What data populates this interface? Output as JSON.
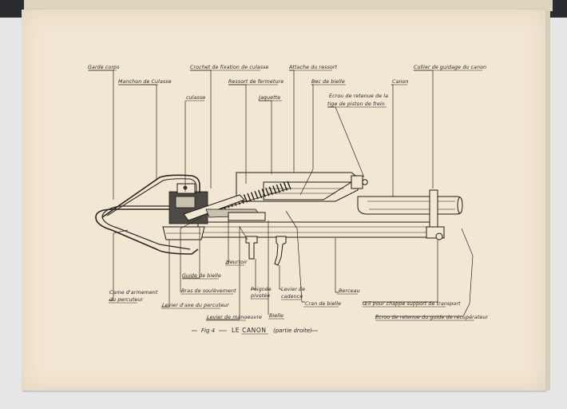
{
  "figure": {
    "fig_number": "Fig 4",
    "title": "LE CANON",
    "subtitle": "(partie droite)"
  },
  "labels_top": [
    {
      "id": "garde-corps",
      "text": "Garde corps"
    },
    {
      "id": "manchon-culasse",
      "text": "Manchon de Culasse"
    },
    {
      "id": "culasse",
      "text": "culasse"
    },
    {
      "id": "crochet-fixation",
      "text": "Crochet de fixation de culasse"
    },
    {
      "id": "ressort-fermeture",
      "text": "Ressort de fermeture"
    },
    {
      "id": "jaquette",
      "text": "Jaquette"
    },
    {
      "id": "attache-ressort",
      "text": "Attache du ressort"
    },
    {
      "id": "bec-bielle",
      "text": "Bec de bielle"
    },
    {
      "id": "ecrou-retenue-line1",
      "text": "Ecrou de retenue de la"
    },
    {
      "id": "ecrou-retenue-line2",
      "text": "tige de piston de frein"
    },
    {
      "id": "canon",
      "text": "Canon"
    },
    {
      "id": "collier-guidage",
      "text": "Collier de guidage du canon"
    }
  ],
  "labels_bottom": [
    {
      "id": "came-line1",
      "text": "Came d'armement"
    },
    {
      "id": "came-line2",
      "text": "du percuteur"
    },
    {
      "id": "levier-axe",
      "text": "Levier d'axe du percuteur"
    },
    {
      "id": "bras-soulevement",
      "text": "Bras de soulèvement"
    },
    {
      "id": "guide-bielle",
      "text": "Guide de bielle"
    },
    {
      "id": "heurtoir",
      "text": "Heurtoir"
    },
    {
      "id": "levier-manoeuvre",
      "text": "Levier de manoeuvre"
    },
    {
      "id": "poignee-line1",
      "text": "Poignée"
    },
    {
      "id": "poignee-line2",
      "text": "pivotée"
    },
    {
      "id": "bielle",
      "text": "Bielle"
    },
    {
      "id": "levier-cadence-line1",
      "text": "Levier de"
    },
    {
      "id": "levier-cadence-line2",
      "text": "cadence"
    },
    {
      "id": "cran-bielle",
      "text": "Cran de bielle"
    },
    {
      "id": "berceau",
      "text": "Berceau"
    },
    {
      "id": "oeil-chappe",
      "text": "Œil pour chappe support de transport"
    },
    {
      "id": "ecrou-guide",
      "text": "Ecrou de retenue du guide de récupérateur"
    }
  ]
}
